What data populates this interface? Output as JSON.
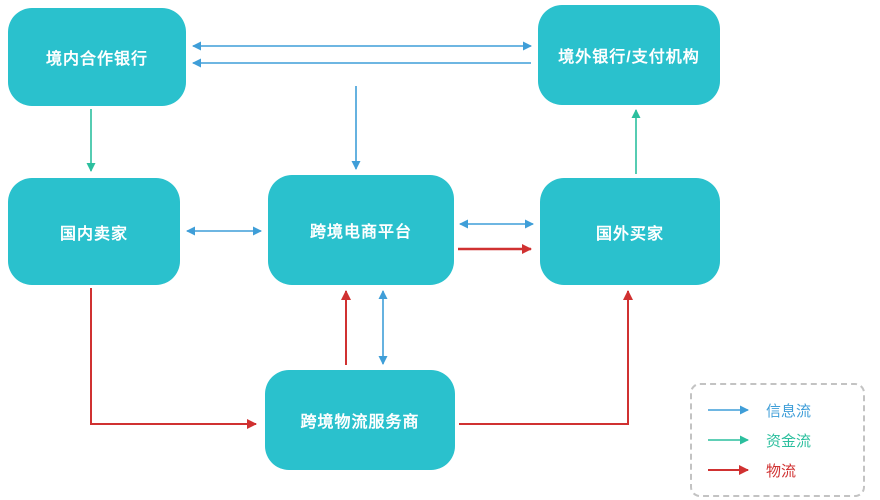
{
  "diagram": {
    "nodes": {
      "domestic_bank": "境内合作银行",
      "overseas_bank": "境外银行/支付机构",
      "domestic_seller": "国内卖家",
      "platform": "跨境电商平台",
      "foreign_buyer": "国外买家",
      "logistics_provider": "跨境物流服务商"
    },
    "legend": {
      "items": [
        {
          "label": "信息流",
          "color": "#3f9ed8"
        },
        {
          "label": "资金流",
          "color": "#2cbf9e"
        },
        {
          "label": "物流",
          "color": "#d03131"
        }
      ]
    },
    "colors": {
      "node_fill": "#2ac1cd",
      "node_text": "#ffffff",
      "info_flow": "#3f9ed8",
      "fund_flow": "#2cbf9e",
      "logistics_flow": "#d03131",
      "legend_border": "#c3c3c3"
    },
    "edges": [
      {
        "from": "domestic_bank",
        "to": "overseas_bank",
        "type": "信息流",
        "bidirectional": true
      },
      {
        "from": "overseas_bank",
        "to": "domestic_bank",
        "type": "信息流",
        "bidirectional": false
      },
      {
        "from": "domestic_bank",
        "to": "domestic_seller",
        "type": "资金流",
        "bidirectional": false
      },
      {
        "from": "banks_link",
        "to": "platform",
        "type": "信息流",
        "bidirectional": false
      },
      {
        "from": "foreign_buyer",
        "to": "overseas_bank",
        "type": "资金流",
        "bidirectional": false
      },
      {
        "from": "domestic_seller",
        "to": "platform",
        "type": "信息流",
        "bidirectional": true
      },
      {
        "from": "platform",
        "to": "foreign_buyer",
        "type": "信息流",
        "bidirectional": true
      },
      {
        "from": "platform",
        "to": "foreign_buyer",
        "type": "物流",
        "bidirectional": false
      },
      {
        "from": "logistics_provider",
        "to": "platform",
        "type": "物流",
        "bidirectional": false
      },
      {
        "from": "platform",
        "to": "logistics_provider",
        "type": "信息流",
        "bidirectional": true
      },
      {
        "from": "domestic_seller",
        "to": "logistics_provider",
        "type": "物流",
        "bidirectional": false
      },
      {
        "from": "logistics_provider",
        "to": "foreign_buuyer_path",
        "type": "物流",
        "bidirectional": false
      }
    ]
  }
}
